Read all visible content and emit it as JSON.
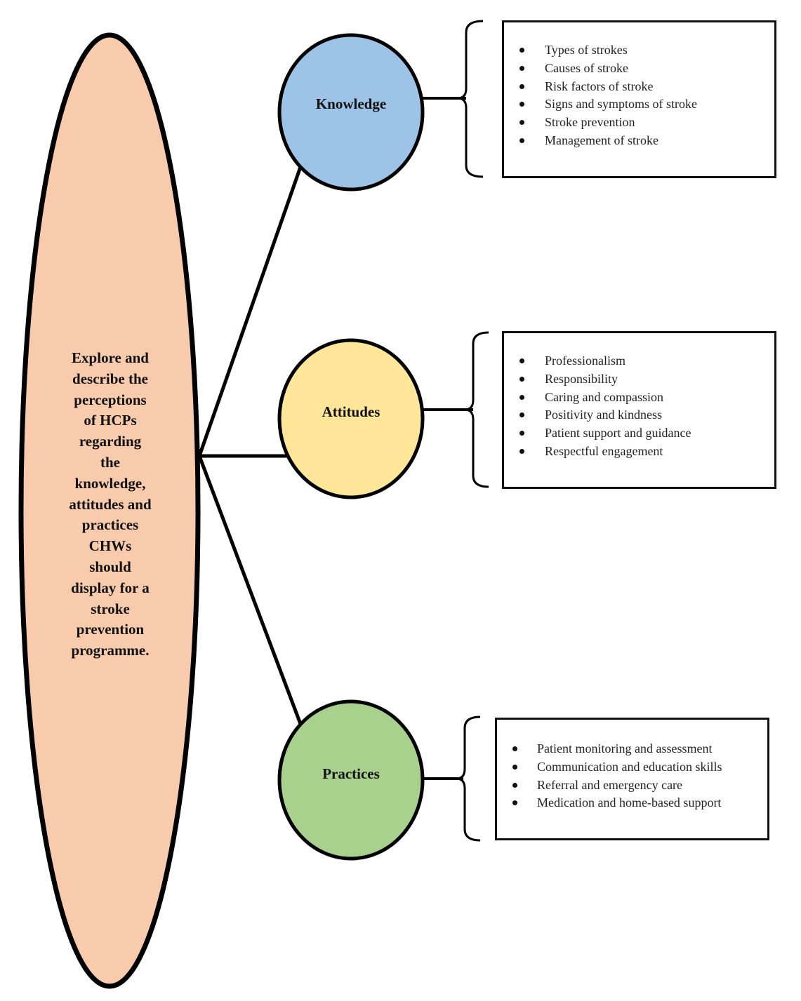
{
  "central": {
    "lines": [
      "Explore and",
      "describe the",
      "perceptions",
      "of HCPs",
      "regarding",
      "the",
      "knowledge,",
      "attitudes and",
      "practices",
      "CHWs",
      "should",
      "display for a",
      "stroke",
      "prevention",
      "programme."
    ]
  },
  "nodes": [
    {
      "label": "Knowledge",
      "color": "#9DC3E6",
      "items": [
        "Types of strokes",
        "Causes of stroke",
        "Risk factors of stroke",
        "Signs and symptoms of stroke",
        "Stroke prevention",
        "Management of stroke"
      ]
    },
    {
      "label": "Attitudes",
      "color": "#FFE699",
      "items": [
        "Professionalism",
        "Responsibility",
        "Caring and compassion",
        "Positivity and kindness",
        "Patient support and guidance",
        "Respectful engagement"
      ]
    },
    {
      "label": "Practices",
      "color": "#A9D18E",
      "items": [
        "Patient monitoring and assessment",
        "Communication and education skills",
        "Referral and emergency care",
        "Medication and home-based support"
      ]
    }
  ],
  "central_color": "#F8CBAD"
}
